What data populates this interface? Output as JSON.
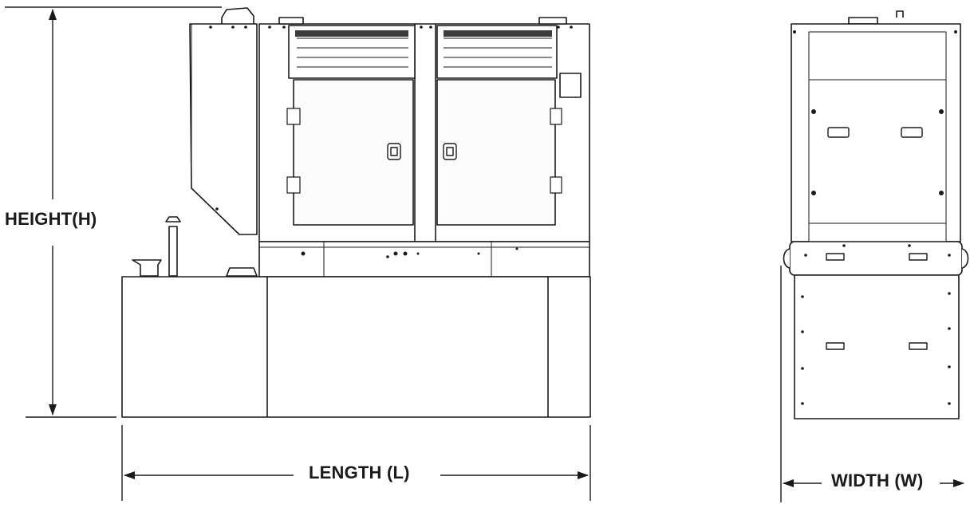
{
  "labels": {
    "height": "HEIGHT(H)",
    "length": "LENGTH (L)",
    "width": "WIDTH (W)"
  },
  "colors": {
    "stroke": "#1a1a1a",
    "fill": "#ffffff",
    "panel": "#fbfbfb"
  },
  "icons": {
    "arrowhead": "triangle-arrowhead",
    "door-handle": "latch-handle-icon",
    "hinge": "hinge-icon",
    "exhaust-cap": "exhaust-cap-icon",
    "fuel-cap": "fuel-cap-icon"
  }
}
